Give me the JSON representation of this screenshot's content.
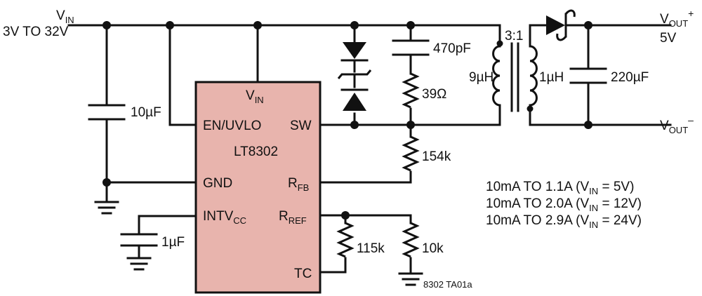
{
  "vin": {
    "name": "V",
    "sub": "IN",
    "range": "3V TO 32V"
  },
  "ic": {
    "name": "LT8302",
    "color": "#e8b4ad",
    "pins": {
      "vin": {
        "name": "V",
        "sub": "IN"
      },
      "en": "EN/UVLO",
      "gnd": "GND",
      "intvcc": {
        "name": "INTV",
        "sub": "CC"
      },
      "sw": "SW",
      "rfb": {
        "name": "R",
        "sub": "FB"
      },
      "rref": {
        "name": "R",
        "sub": "REF"
      },
      "tc": "TC"
    }
  },
  "components": {
    "c_in": "10µF",
    "c_snub": "470pF",
    "r_snub": "39Ω",
    "r_fb": "154k",
    "r_tc": "115k",
    "r_ref": "10k",
    "c_intvcc": "1µF",
    "transformer_ratio": "3:1",
    "l_primary": "9µH",
    "l_secondary": "1µH",
    "c_out": "220µF"
  },
  "vout": {
    "plus_name": "V",
    "plus_sub": "OUT",
    "plus_sign": "+",
    "value": "5V",
    "minus_name": "V",
    "minus_sub": "OUT",
    "minus_sign": "–"
  },
  "specs": [
    {
      "pre": "10mA TO 1.1A (V",
      "sub": "IN",
      "post": " = 5V)"
    },
    {
      "pre": "10mA TO 2.0A (V",
      "sub": "IN",
      "post": " = 12V)"
    },
    {
      "pre": "10mA TO 2.9A (V",
      "sub": "IN",
      "post": " = 24V)"
    }
  ],
  "figure_id": "8302 TA01a"
}
